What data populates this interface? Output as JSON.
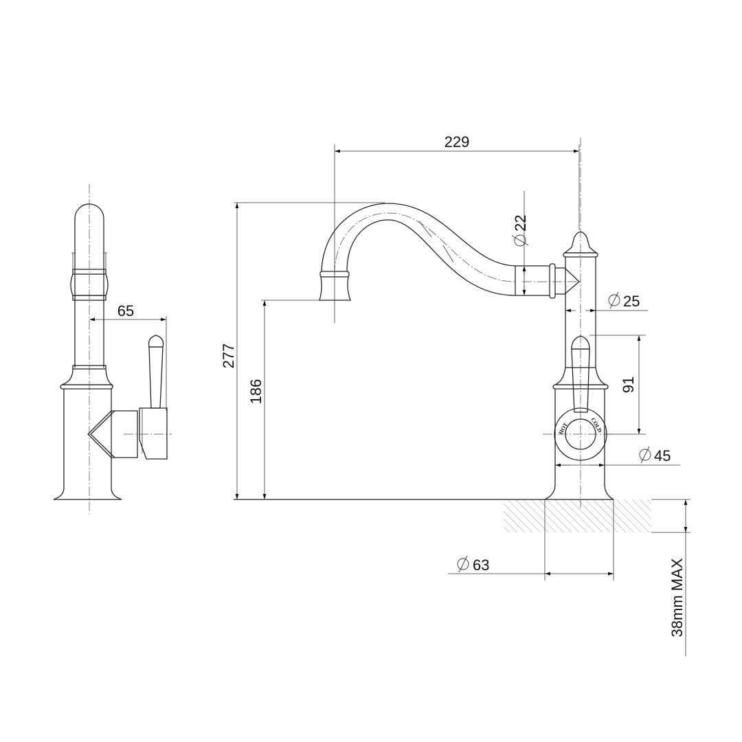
{
  "drawing": {
    "dimensions": {
      "spout_reach": "229",
      "overall_height": "277",
      "spout_outlet_height": "186",
      "spout_diameter": "22",
      "body_diameter": "25",
      "handle_height": "91",
      "escutcheon_diameter": "45",
      "base_diameter": "63",
      "side_handle_offset": "65",
      "max_bench_thickness": "38mm MAX"
    },
    "handle_labels": {
      "hot": "HOT",
      "cold": "COLD"
    },
    "line_color": "#222222",
    "background": "#ffffff"
  }
}
